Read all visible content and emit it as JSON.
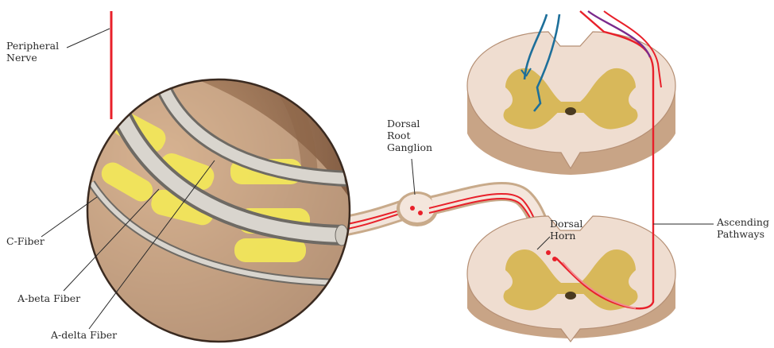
{
  "labels": {
    "peripheral_nerve": [
      "Peripheral",
      "Nerve"
    ],
    "dorsal_root_ganglion": [
      "Dorsal",
      "Root",
      "Ganglion"
    ],
    "dorsal_horn": [
      "Dorsal",
      "Horn"
    ],
    "ascending_pathways": [
      "Ascending",
      "Pathways"
    ],
    "c_fiber": "C-Fiber",
    "a_beta_fiber": "A-beta Fiber",
    "a_delta_fiber": "A-delta Fiber"
  },
  "colors": {
    "background": "#ffffff",
    "nerve_red": "#e8202a",
    "fiber_blue": "#1d6f9a",
    "fiber_purple": "#7b2a8c",
    "gray_matter": "#d8b85a",
    "white_matter": "#efddd0",
    "myelin_yellow": "#f2e65a",
    "nerve_sheath": "#c8aa8a",
    "label_text": "#2a2a2a"
  }
}
